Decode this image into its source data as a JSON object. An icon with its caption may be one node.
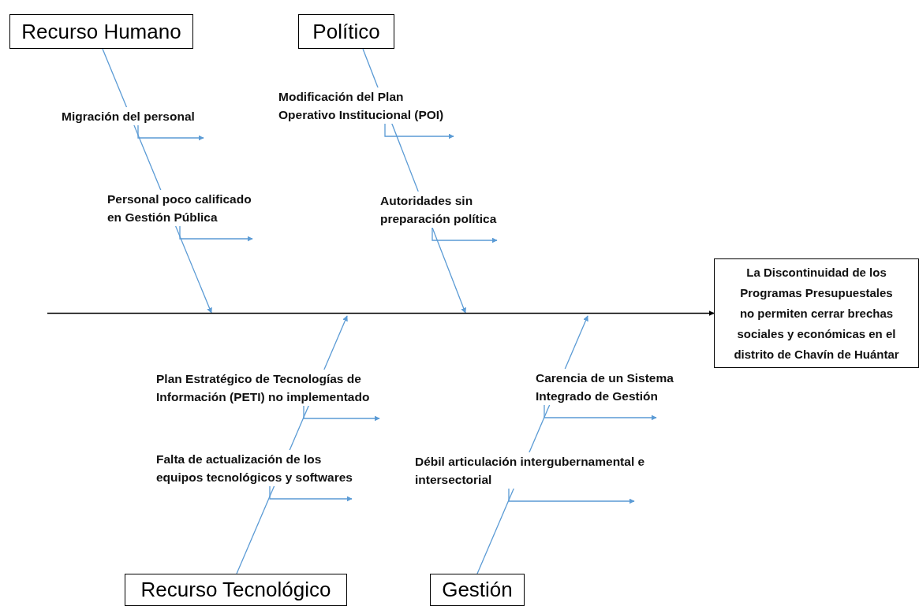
{
  "diagram": {
    "nodes": [
      {
        "text": [
          "Recurso Humano"
        ]
      },
      {
        "text": [
          "Político"
        ]
      },
      {
        "text": [
          "Migración del personal"
        ]
      },
      {
        "text": [
          "Personal poco calificado en Gestión Pública"
        ]
      },
      {
        "text": [
          "Modificación del Plan Operativo Institucional (POI)"
        ]
      },
      {
        "text": [
          "Autoridades sin preparación política"
        ]
      },
      {
        "text": [
          "La Discontinuidad de los Programas Presupuestales no permiten cerrar brechas sociales y económicas en el distrito de Chavín de Huántar"
        ]
      },
      {
        "text": [
          "Plan Estratégico de Tecnologías de Información (PETI) no implementado"
        ]
      },
      {
        "text": [
          "Falta de actualización de los equipos tecnológicos y softwares"
        ]
      },
      {
        "text": [
          "Carencia de un Sistema Integrado de Gestión"
        ]
      },
      {
        "text": [
          "Débil articulación intergubernamental e intersectorial"
        ]
      },
      {
        "text": [
          "Recurso Tecnológico"
        ]
      },
      {
        "text": [
          "Gestión"
        ]
      }
    ],
    "edges": [
      {
        "from": 0,
        "to": null,
        "arrow": "to"
      },
      {
        "from": 1,
        "to": null,
        "arrow": "to"
      },
      {
        "from": 11,
        "to": null,
        "arrow": "to"
      },
      {
        "from": 12,
        "to": null,
        "arrow": "to"
      },
      {
        "from": null,
        "to": 6,
        "arrow": "to",
        "color": "#000000"
      },
      {
        "from": 2,
        "to": null,
        "arrow": "to"
      },
      {
        "from": 3,
        "to": null,
        "arrow": "to"
      },
      {
        "from": 4,
        "to": null,
        "arrow": "to"
      },
      {
        "from": 5,
        "to": null,
        "arrow": "to"
      },
      {
        "from": 7,
        "to": null,
        "arrow": "to"
      },
      {
        "from": 8,
        "to": null,
        "arrow": "to"
      },
      {
        "from": 9,
        "to": null,
        "arrow": "to"
      },
      {
        "from": 10,
        "to": null,
        "arrow": "to"
      }
    ]
  }
}
